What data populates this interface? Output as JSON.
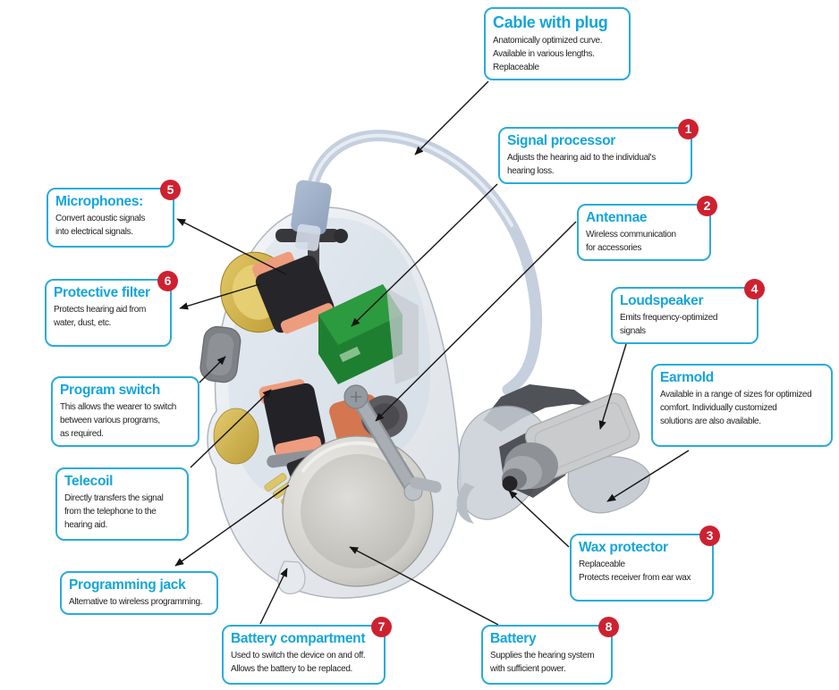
{
  "colors": {
    "accent_cyan": "#14A5DA",
    "box_border": "#2BABDC",
    "badge_red": "#CE2130",
    "body_text": "#231F20"
  },
  "illustration": {
    "description": "cutaway hearing aid with cable and earmold"
  },
  "callouts": [
    {
      "id": "cable-with-plug",
      "title": "Cable with plug",
      "body": "Anatomically optimized curve.\nAvailable in various lengths.\nReplaceable",
      "badge": ""
    },
    {
      "id": "signal-processor",
      "title": "Signal processor",
      "body": "Adjusts the hearing aid to the individual's\nhearing loss.",
      "badge": "1"
    },
    {
      "id": "antennae",
      "title": "Antennae",
      "body": "Wireless communication\nfor accessories",
      "badge": "2"
    },
    {
      "id": "loudspeaker",
      "title": "Loudspeaker",
      "body": "Emits frequency-optimized\nsignals",
      "badge": "4"
    },
    {
      "id": "earmold",
      "title": "Earmold",
      "body": "Available in a range of sizes for optimized\ncomfort. Individually customized\nsolutions are also available.",
      "badge": ""
    },
    {
      "id": "wax-protector",
      "title": "Wax protector",
      "body": "Replaceable\nProtects receiver from ear wax",
      "badge": "3"
    },
    {
      "id": "microphones",
      "title": "Microphones:",
      "body": "Convert acoustic signals\ninto electrical signals.",
      "badge": "5"
    },
    {
      "id": "protective-filter",
      "title": "Protective filter",
      "body": "Protects hearing aid from\nwater, dust, etc.",
      "badge": "6"
    },
    {
      "id": "program-switch",
      "title": "Program switch",
      "body": "This allows the wearer to switch\nbetween various programs,\nas required.",
      "badge": ""
    },
    {
      "id": "telecoil",
      "title": "Telecoil",
      "body": "Directly transfers the signal\nfrom the telephone to the\nhearing aid.",
      "badge": ""
    },
    {
      "id": "programming-jack",
      "title": "Programming jack",
      "body": "Alternative to wireless programming.",
      "badge": ""
    },
    {
      "id": "battery-compartment",
      "title": "Battery compartment",
      "body": "Used to switch the device on and off.\nAllows the battery to be replaced.",
      "badge": "7"
    },
    {
      "id": "battery",
      "title": "Battery",
      "body": "Supplies the hearing system\nwith sufficient power.",
      "badge": "8"
    }
  ]
}
